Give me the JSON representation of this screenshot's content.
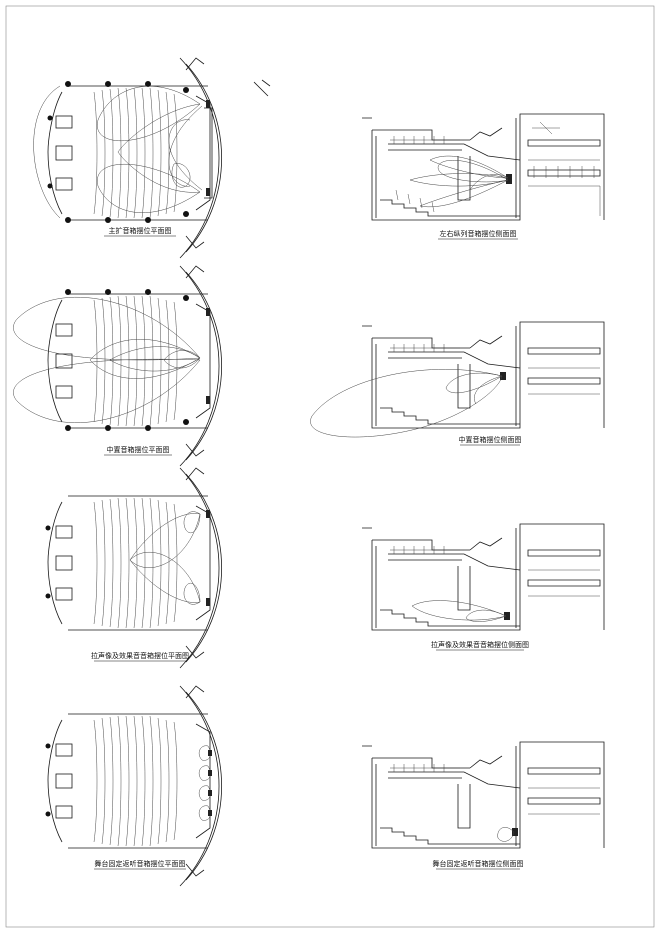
{
  "captions": [
    {
      "plan": "主扩音箱摆位平面图",
      "section": "左右纵列音箱摆位侧面图"
    },
    {
      "plan": "中置音箱摆位平面图",
      "section": "中置音箱摆位侧面图"
    },
    {
      "plan": "拉声像及效果音音箱摆位平面图",
      "section": "拉声像及效果音音箱摆位侧面图"
    },
    {
      "plan": "舞台固定返听音箱摆位平面图",
      "section": "舞台固定返听音箱摆位侧面图"
    }
  ],
  "colors": {
    "line": "#1a1a1a",
    "background": "#ffffff"
  }
}
